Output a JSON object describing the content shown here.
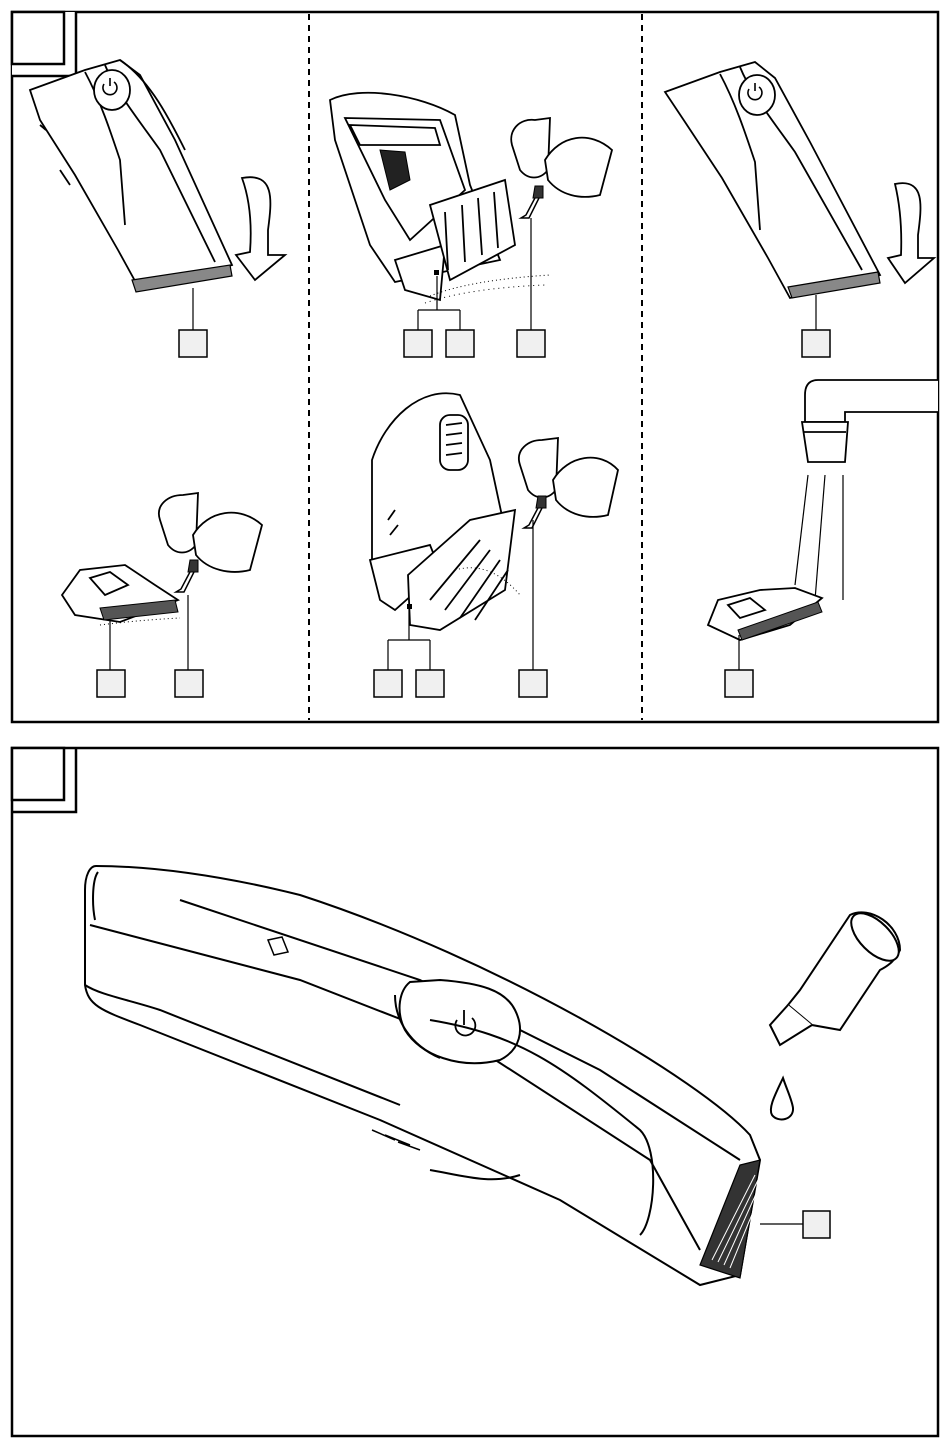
{
  "document": {
    "type": "instruction-manual-illustration",
    "panels": [
      {
        "id": "cleaning",
        "labelled_step_box": "",
        "subfigures": 6
      },
      {
        "id": "oiling",
        "labelled_step_box": "",
        "subfigures": 1
      }
    ],
    "icons": [
      "power-icon",
      "brush-icon",
      "water-tap-icon",
      "oil-bottle-icon",
      "oil-drop-icon",
      "arrow-down-icon",
      "hand-icon"
    ],
    "colors": {
      "line": "#000000",
      "callout_fill": "#f0f0f0",
      "fill": "#ffffff"
    }
  }
}
